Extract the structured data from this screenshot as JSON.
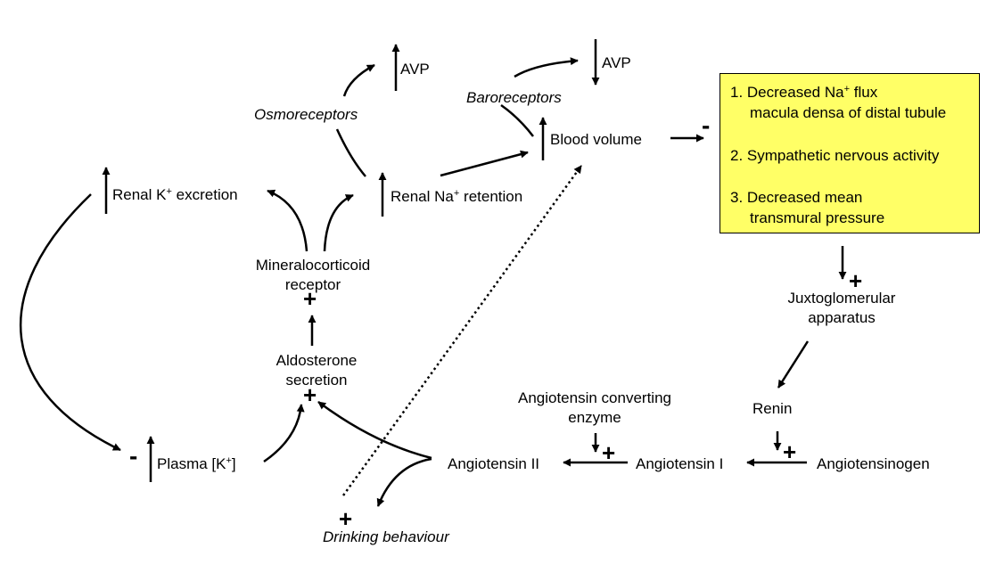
{
  "labels": {
    "avp_up": "AVP",
    "avp_down": "AVP",
    "osmoreceptors": "Osmoreceptors",
    "baroreceptors": "Baroreceptors",
    "blood_volume": "Blood volume",
    "renal_k_pre": "Renal K",
    "renal_k_sup": "+",
    "renal_k_post": " excretion",
    "renal_na_pre": "Renal Na",
    "renal_na_sup": "+",
    "renal_na_post": " retention",
    "mr_line1": "Mineralocorticoid",
    "mr_line2": "receptor",
    "ald_line1": "Aldosterone",
    "ald_line2": "secretion",
    "plasma_k_pre": "Plasma [K",
    "plasma_k_sup": "+",
    "plasma_k_post": "]",
    "drinking": "Drinking behaviour",
    "ang2": "Angiotensin II",
    "ang1": "Angiotensin I",
    "angiotensinogen": "Angiotensinogen",
    "ace_line1": "Angiotensin converting",
    "ace_line2": "enzyme",
    "renin": "Renin",
    "jga_line1": "Juxtoglomerular",
    "jga_line2": "apparatus"
  },
  "box": {
    "item1_line1_pre": "1. Decreased Na",
    "item1_line1_sup": "+",
    "item1_line1_post": " flux",
    "item1_line2": "macula densa of distal tubule",
    "item2": "2. Sympathetic nervous activity",
    "item3_line1": "3. Decreased mean",
    "item3_line2": "transmural pressure",
    "fill_color": "#ffff66"
  },
  "signs": {
    "plus": "+",
    "minus": "-"
  }
}
